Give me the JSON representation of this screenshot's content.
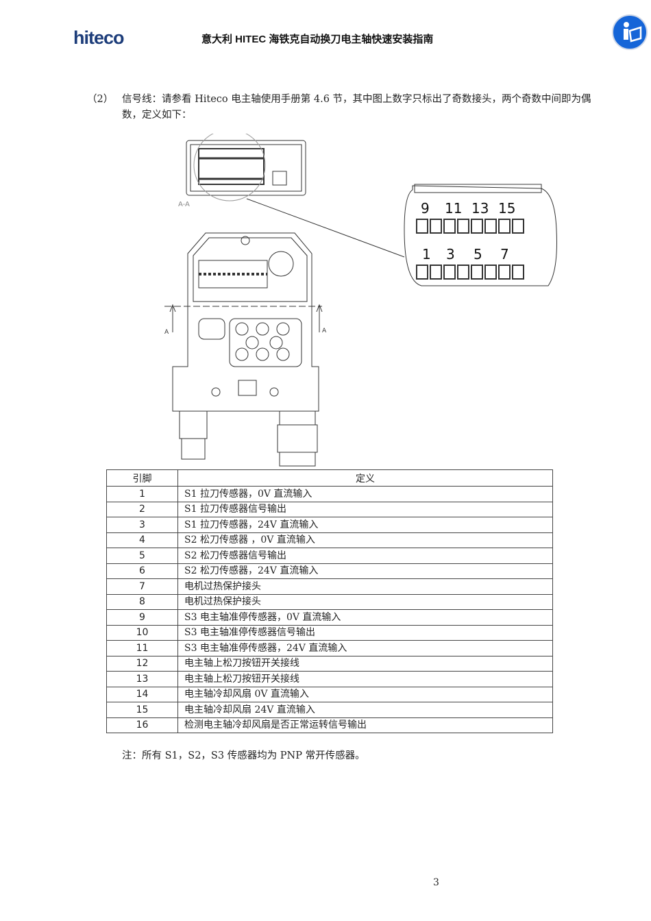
{
  "header": {
    "logo": "hiteco",
    "title": "意大利 HITEC 海铁克自动换刀电主轴快速安装指南",
    "icon": "manual-reading-icon"
  },
  "paragraph": {
    "number": "（2）",
    "text": "信号线：请参看 Hiteco 电主轴使用手册第 4.6 节，其中图上数字只标出了奇数接头，两个奇数中间即为偶数，定义如下："
  },
  "figure": {
    "section_label": "A-A",
    "arrow_label_left": "A",
    "arrow_label_right": "A",
    "top_row_numbers": [
      "9",
      "11",
      "13",
      "15"
    ],
    "bottom_row_numbers": [
      "1",
      "3",
      "5",
      "7"
    ]
  },
  "table": {
    "headers": [
      "引脚",
      "定义"
    ],
    "rows": [
      [
        "1",
        "S1 拉刀传感器，0V 直流输入"
      ],
      [
        "2",
        "S1 拉刀传感器信号输出"
      ],
      [
        "3",
        "S1 拉刀传感器，24V 直流输入"
      ],
      [
        "4",
        "S2 松刀传感器 ，0V 直流输入"
      ],
      [
        "5",
        "S2 松刀传感器信号输出"
      ],
      [
        "6",
        "S2 松刀传感器，24V 直流输入"
      ],
      [
        "7",
        "电机过热保护接头"
      ],
      [
        "8",
        "电机过热保护接头"
      ],
      [
        "9",
        "S3 电主轴准停传感器，0V 直流输入"
      ],
      [
        "10",
        "S3 电主轴准停传感器信号输出"
      ],
      [
        "11",
        "S3 电主轴准停传感器，24V 直流输入"
      ],
      [
        "12",
        "电主轴上松刀按钮开关接线"
      ],
      [
        "13",
        "电主轴上松刀按钮开关接线"
      ],
      [
        "14",
        "电主轴冷却风扇 0V 直流输入"
      ],
      [
        "15",
        "电主轴冷却风扇 24V 直流输入"
      ],
      [
        "16",
        "检测电主轴冷却风扇是否正常运转信号输出"
      ]
    ]
  },
  "note": "注：所有 S1，S2，S3 传感器均为 PNP 常开传感器。",
  "page_number": "3"
}
